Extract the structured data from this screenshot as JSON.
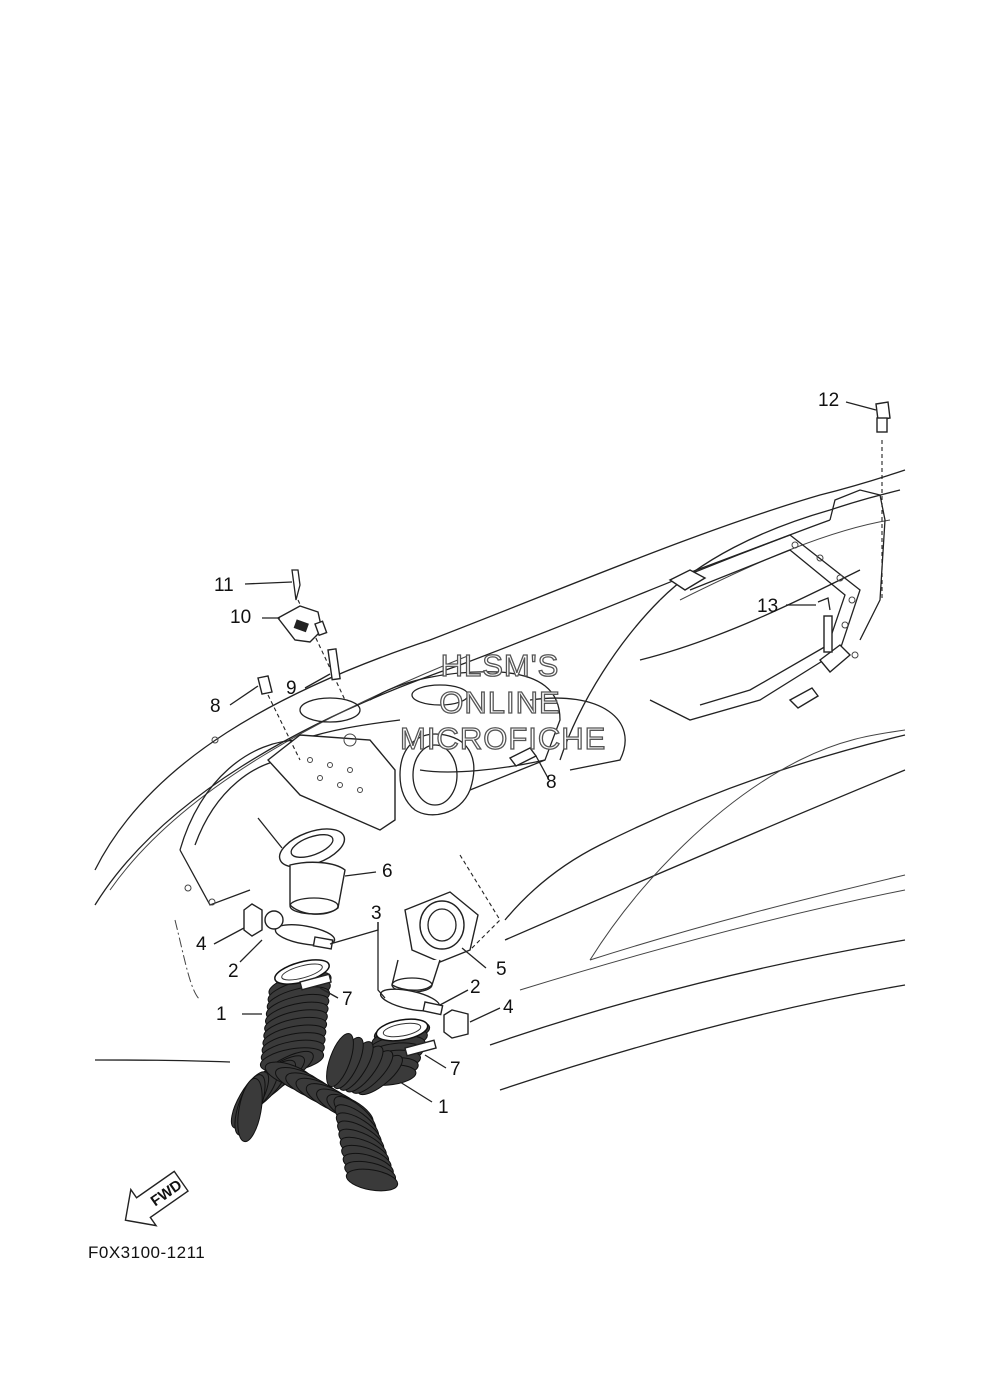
{
  "diagram": {
    "code": "F0X3100-1211",
    "fwd_label": "FWD",
    "watermark": [
      "HLSM'S",
      "ONLINE",
      "MICROFICHE"
    ],
    "callouts": [
      {
        "id": "c1a",
        "text": "1"
      },
      {
        "id": "c1b",
        "text": "1"
      },
      {
        "id": "c2a",
        "text": "2"
      },
      {
        "id": "c2b",
        "text": "2"
      },
      {
        "id": "c3",
        "text": "3"
      },
      {
        "id": "c4a",
        "text": "4"
      },
      {
        "id": "c4b",
        "text": "4"
      },
      {
        "id": "c5",
        "text": "5"
      },
      {
        "id": "c6",
        "text": "6"
      },
      {
        "id": "c7a",
        "text": "7"
      },
      {
        "id": "c7b",
        "text": "7"
      },
      {
        "id": "c8a",
        "text": "8"
      },
      {
        "id": "c8b",
        "text": "8"
      },
      {
        "id": "c9",
        "text": "9"
      },
      {
        "id": "c10",
        "text": "10"
      },
      {
        "id": "c11",
        "text": "11"
      },
      {
        "id": "c12",
        "text": "12"
      },
      {
        "id": "c13",
        "text": "13"
      }
    ]
  }
}
